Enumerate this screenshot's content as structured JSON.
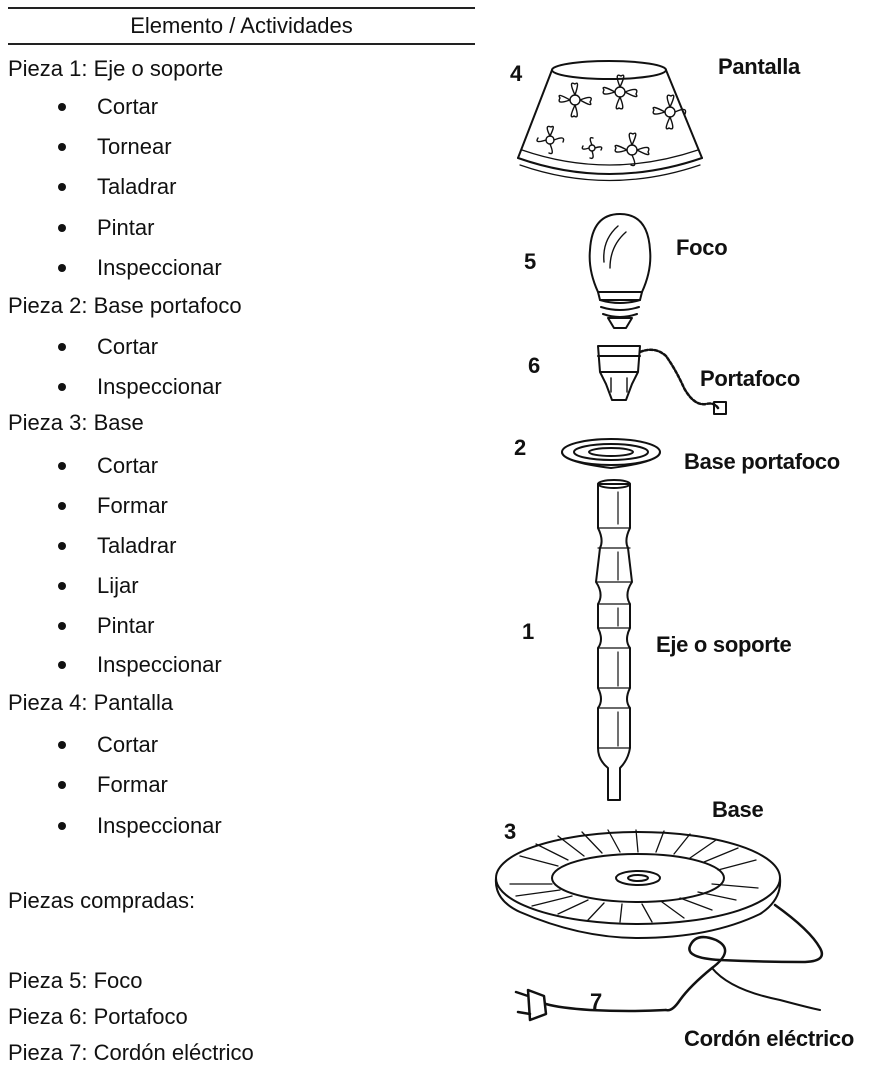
{
  "table": {
    "header": "Elemento / Actividades",
    "pieces": [
      {
        "title": "Pieza 1: Eje o soporte",
        "activities": [
          "Cortar",
          "Tornear",
          "Taladrar",
          "Pintar",
          "Inspeccionar"
        ]
      },
      {
        "title": "Pieza 2: Base portafoco",
        "activities": [
          "Cortar",
          "Inspeccionar"
        ]
      },
      {
        "title": "Pieza 3: Base",
        "activities": [
          "Cortar",
          "Formar",
          "Taladrar",
          "Lijar",
          "Pintar",
          "Inspeccionar"
        ]
      },
      {
        "title": "Pieza 4: Pantalla",
        "activities": [
          "Cortar",
          "Formar",
          "Inspeccionar"
        ]
      }
    ],
    "purchased_title": "Piezas compradas:",
    "purchased": [
      "Pieza 5: Foco",
      "Pieza 6: Portafoco",
      "Pieza 7: Cordón eléctrico"
    ]
  },
  "diagram": {
    "parts": [
      {
        "number": "4",
        "label": "Pantalla"
      },
      {
        "number": "5",
        "label": "Foco"
      },
      {
        "number": "6",
        "label": "Portafoco"
      },
      {
        "number": "2",
        "label": "Base portafoco"
      },
      {
        "number": "1",
        "label": "Eje o soporte"
      },
      {
        "number": "3",
        "label": "Base"
      },
      {
        "number": "7",
        "label": "Cordón eléctrico"
      }
    ]
  }
}
